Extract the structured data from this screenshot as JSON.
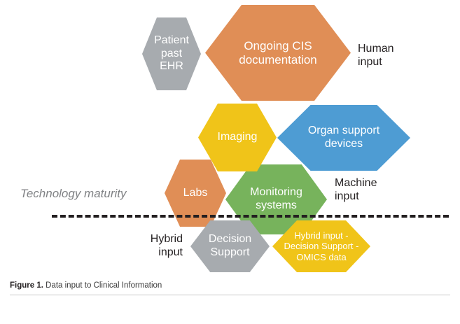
{
  "figure": {
    "caption_number": "Figure 1.",
    "caption_text": " Data input to Clinical Information"
  },
  "diagram": {
    "type": "hexagon-cluster",
    "axis_label": "Technology maturity",
    "divider": "dashed-threshold-line",
    "colors": {
      "gray": "#a7abaf",
      "orange": "#e08e56",
      "yellow": "#f0c419",
      "blue": "#4e9cd3",
      "green": "#77b35c",
      "text_dark": "#231f20",
      "text_muted": "#808285",
      "background": "#ffffff"
    },
    "group_labels": [
      {
        "id": "human-input",
        "text": "Human\ninput"
      },
      {
        "id": "machine-input",
        "text": "Machine\ninput"
      },
      {
        "id": "hybrid-input",
        "text": "Hybrid\ninput"
      }
    ],
    "nodes": [
      {
        "id": "patient-past-ehr",
        "label": "Patient\npast\nEHR",
        "color": "#a7abaf",
        "group": "human-input"
      },
      {
        "id": "ongoing-cis-documentation",
        "label": "Ongoing CIS\ndocumentation",
        "color": "#e08e56",
        "group": "human-input"
      },
      {
        "id": "imaging",
        "label": "Imaging",
        "color": "#f0c419",
        "group": "machine-input"
      },
      {
        "id": "organ-support-devices",
        "label": "Organ support\ndevices",
        "color": "#4e9cd3",
        "group": "machine-input"
      },
      {
        "id": "labs",
        "label": "Labs",
        "color": "#e08e56",
        "group": "machine-input"
      },
      {
        "id": "monitoring-systems",
        "label": "Monitoring\nsystems",
        "color": "#77b35c",
        "group": "machine-input"
      },
      {
        "id": "decision-support",
        "label": "Decision\nSupport",
        "color": "#a7abaf",
        "group": "hybrid-input"
      },
      {
        "id": "hybrid-omics",
        "label": "Hybrid input -\nDecision Support -\nOMICS data",
        "color": "#f0c419",
        "group": "hybrid-input"
      }
    ]
  }
}
